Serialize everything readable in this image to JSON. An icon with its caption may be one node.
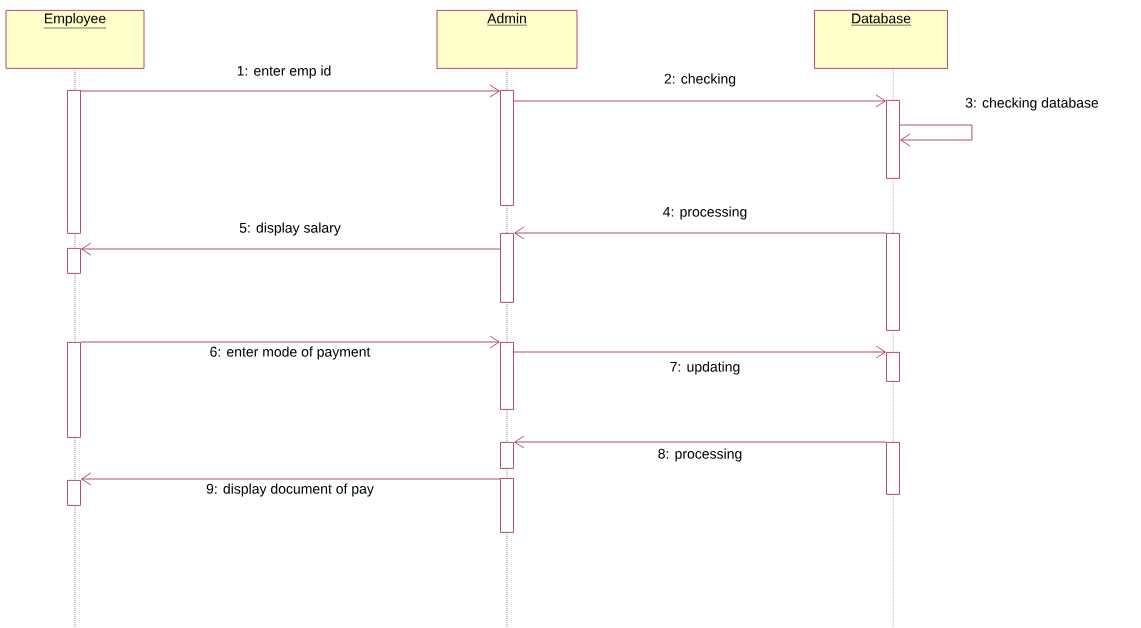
{
  "diagram": {
    "nodes": [
      {
        "text": [
          "Employee"
        ]
      },
      {
        "text": [
          "Admin"
        ]
      },
      {
        "text": [
          "Database"
        ]
      },
      {
        "text": [],
        "shape": "bar"
      },
      {
        "text": [],
        "shape": "bar"
      },
      {
        "text": [],
        "shape": "bar"
      },
      {
        "text": [],
        "shape": "bar"
      },
      {
        "text": [],
        "shape": "bar"
      },
      {
        "text": [],
        "shape": "bar"
      },
      {
        "text": [],
        "shape": "bar"
      },
      {
        "text": [],
        "shape": "bar"
      },
      {
        "text": [],
        "shape": "bar"
      },
      {
        "text": [],
        "shape": "bar"
      },
      {
        "text": [],
        "shape": "bar"
      },
      {
        "text": [],
        "shape": "bar"
      },
      {
        "text": [],
        "shape": "bar"
      }
    ],
    "edges": [
      {
        "from": 3,
        "to": 7,
        "arrow": "to",
        "label": "1: enter emp id"
      },
      {
        "from": 7,
        "to": 12,
        "arrow": "to",
        "label": "2: checking"
      },
      {
        "from": 12,
        "to": 12,
        "arrow": "to",
        "label": "3: checking database"
      },
      {
        "from": 13,
        "to": 8,
        "arrow": "to",
        "label": "4: processing"
      },
      {
        "from": 8,
        "to": 4,
        "arrow": "to",
        "label": "5: display salary"
      },
      {
        "from": 5,
        "to": 9,
        "arrow": "to",
        "label": "6: enter mode of payment"
      },
      {
        "from": 9,
        "to": 14,
        "arrow": "to",
        "label": "7: updating"
      },
      {
        "from": 15,
        "to": 10,
        "arrow": "to",
        "label": "8: processing"
      },
      {
        "from": 11,
        "to": 6,
        "arrow": "to",
        "label": "9: display document of pay"
      }
    ]
  }
}
